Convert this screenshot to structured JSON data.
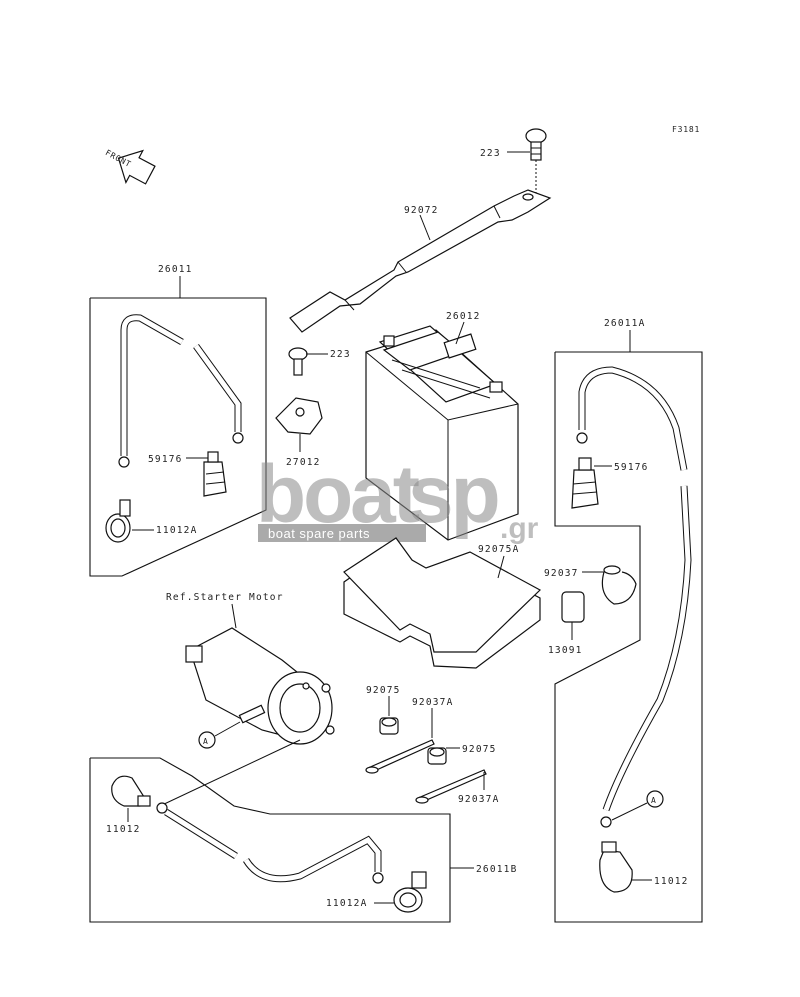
{
  "figure_code": "F3181",
  "front_label": "FRONT",
  "watermark": {
    "brand_left": "boat",
    "brand_right": "sp",
    "suffix": ".gr",
    "tagline": "boat spare parts"
  },
  "reference_note": "Ref.Starter Motor",
  "callout_letter": "A",
  "parts": {
    "p223_top": "223",
    "p92072": "92072",
    "p26011": "26011",
    "p26012": "26012",
    "p223_mid": "223",
    "p26011A": "26011A",
    "p27012": "27012",
    "p59176_left": "59176",
    "p59176_right": "59176",
    "p11012A_left": "11012A",
    "p92075A": "92075A",
    "p92037": "92037",
    "p13091": "13091",
    "p92075_a": "92075",
    "p92037A_a": "92037A",
    "p92075_b": "92075",
    "p92037A_b": "92037A",
    "p11012_left": "11012",
    "p11012_right": "11012",
    "p26011B": "26011B",
    "p11012A_bottom": "11012A"
  }
}
